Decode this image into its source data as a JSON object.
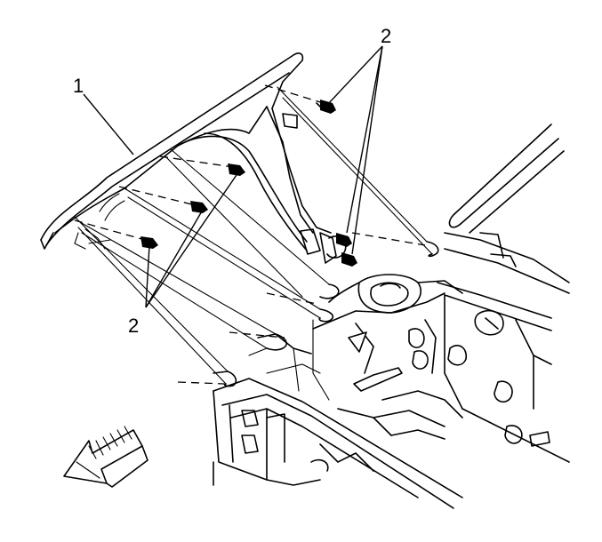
{
  "callouts": {
    "part_1": "1",
    "fasteners_upper": "2",
    "fasteners_lower": "2"
  },
  "icons": {
    "direction": "arrow-icon",
    "fastener": "bolt-icon"
  },
  "colors": {
    "line": "#000000",
    "background": "#ffffff"
  }
}
